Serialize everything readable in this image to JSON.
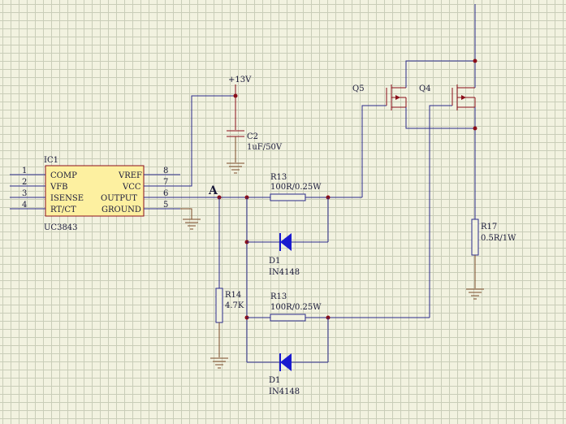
{
  "ic": {
    "ref": "IC1",
    "part": "UC3843",
    "left_pins": [
      {
        "num": "1",
        "name": "COMP"
      },
      {
        "num": "2",
        "name": "VFB"
      },
      {
        "num": "3",
        "name": "ISENSE"
      },
      {
        "num": "4",
        "name": "RT/CT"
      }
    ],
    "right_pins": [
      {
        "num": "8",
        "name": "VREF"
      },
      {
        "num": "7",
        "name": "VCC"
      },
      {
        "num": "6",
        "name": "OUTPUT"
      },
      {
        "num": "5",
        "name": "GROUND"
      }
    ]
  },
  "supply": {
    "label": "+13V"
  },
  "c2": {
    "ref": "C2",
    "value": "1uF/50V"
  },
  "node_a": {
    "label": "A"
  },
  "r13_top": {
    "ref": "R13",
    "value": "100R/0.25W"
  },
  "r13_bottom": {
    "ref": "R13",
    "value": "100R/0.25W"
  },
  "d1_top": {
    "ref": "D1",
    "value": "IN4148"
  },
  "d1_bottom": {
    "ref": "D1",
    "value": "IN4148"
  },
  "r14": {
    "ref": "R14",
    "value": "4.7K"
  },
  "r17": {
    "ref": "R17",
    "value": "0.5R/1W"
  },
  "q5": {
    "ref": "Q5"
  },
  "q4": {
    "ref": "Q4"
  },
  "colors": {
    "grid_bg": "#f2f2e0",
    "grid_line": "#c9cdb8",
    "wire": "#2a2a8a",
    "node": "#8a0e1a",
    "ic_fill": "#fdf0a0",
    "ic_border": "#8a0e1a",
    "diode": "#1a1ad0"
  }
}
